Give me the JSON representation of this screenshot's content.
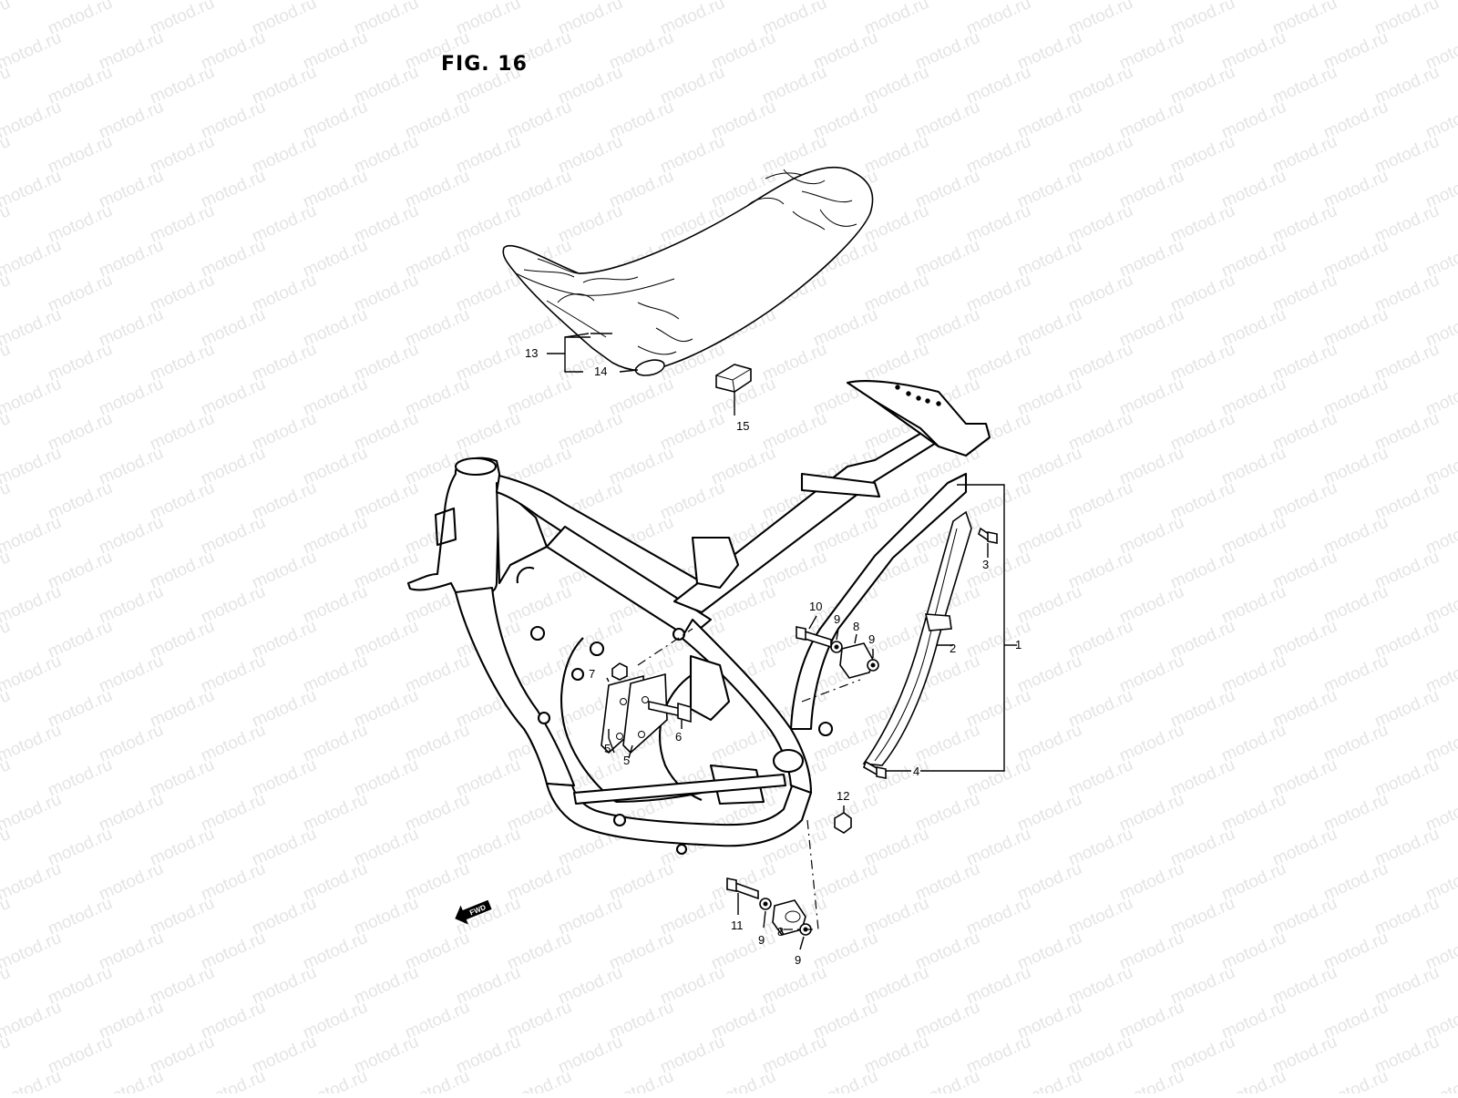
{
  "figure": {
    "title": "FIG. 16"
  },
  "watermark": {
    "text": "motod.ru"
  },
  "direction_marker": {
    "text": "FWD"
  },
  "callouts": [
    {
      "id": "c1",
      "label": "1"
    },
    {
      "id": "c2",
      "label": "2"
    },
    {
      "id": "c3",
      "label": "3"
    },
    {
      "id": "c4",
      "label": "4"
    },
    {
      "id": "c5a",
      "label": "5"
    },
    {
      "id": "c5b",
      "label": "5"
    },
    {
      "id": "c6",
      "label": "6"
    },
    {
      "id": "c7",
      "label": "7"
    },
    {
      "id": "c8a",
      "label": "8"
    },
    {
      "id": "c8b",
      "label": "8"
    },
    {
      "id": "c9a",
      "label": "9"
    },
    {
      "id": "c9b",
      "label": "9"
    },
    {
      "id": "c9c",
      "label": "9"
    },
    {
      "id": "c9d",
      "label": "9"
    },
    {
      "id": "c10",
      "label": "10"
    },
    {
      "id": "c11",
      "label": "11"
    },
    {
      "id": "c12",
      "label": "12"
    },
    {
      "id": "c13",
      "label": "13"
    },
    {
      "id": "c14",
      "label": "14"
    },
    {
      "id": "c15",
      "label": "15"
    }
  ]
}
